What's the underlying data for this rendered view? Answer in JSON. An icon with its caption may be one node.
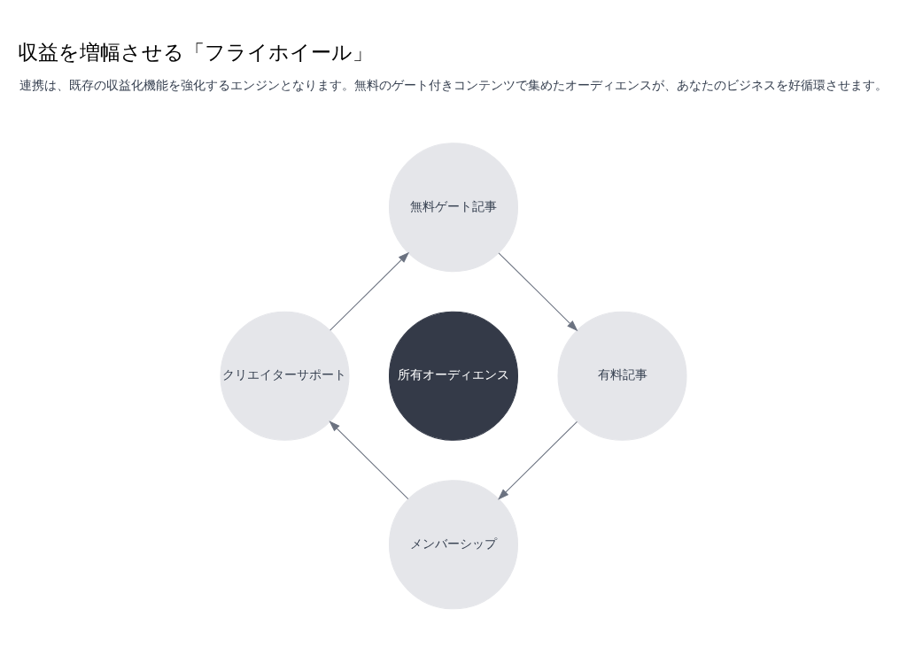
{
  "diagram": {
    "title": "収益を増幅させる「フライホイール」",
    "nodes": [
      {
        "text": [
          "無料ゲート記事"
        ]
      },
      {
        "text": [
          "クリエイターサポート"
        ]
      },
      {
        "text": [
          "所有オーディエンス"
        ]
      },
      {
        "text": [
          "有料記事"
        ]
      },
      {
        "text": [
          "メンバーシップ"
        ]
      }
    ],
    "edges": [
      {
        "from": 0,
        "to": 3,
        "arrow": "to"
      },
      {
        "from": 3,
        "to": 4,
        "arrow": "to"
      },
      {
        "from": 4,
        "to": 1,
        "arrow": "to"
      },
      {
        "from": 1,
        "to": 0,
        "arrow": "to"
      }
    ],
    "labels": [
      "連携は、既存の収益化機能を強化するエンジンとなります。無料のゲート付きコンテンツで集めたオーディエンスが、あなたのビジネスを好循環させます。"
    ]
  }
}
